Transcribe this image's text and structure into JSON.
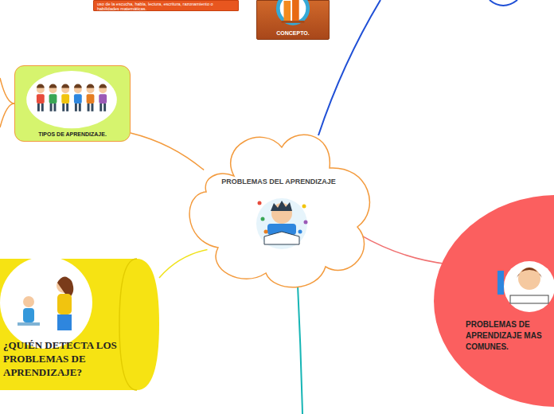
{
  "diagram": {
    "title": "PROBLEMAS DEL APRENDIZAJE",
    "nodes": [
      {
        "text": [
          "uso de la escucha, habla, lectura, escritura, razonamiento o habilidades matemáticas."
        ]
      },
      {
        "text": [
          "CONCEPTO."
        ]
      },
      {
        "text": [
          "TIPOS DE APRENDIZAJE."
        ]
      },
      {
        "text": [
          "PROBLEMAS DEL APRENDIZAJE"
        ]
      },
      {
        "text": [
          "¿QUIÉN DETECTA LOS PROBLEMAS DE APRENDIZAJE?"
        ]
      },
      {
        "text": [
          "PROBLEMAS DE APRENDIZAJE MAS COMUNES."
        ]
      }
    ],
    "edges": [
      {
        "from": 3,
        "to": 2,
        "arrow": "none"
      },
      {
        "from": 3,
        "to": 4,
        "arrow": "none"
      },
      {
        "from": 3,
        "to": 5,
        "arrow": "none"
      }
    ]
  }
}
